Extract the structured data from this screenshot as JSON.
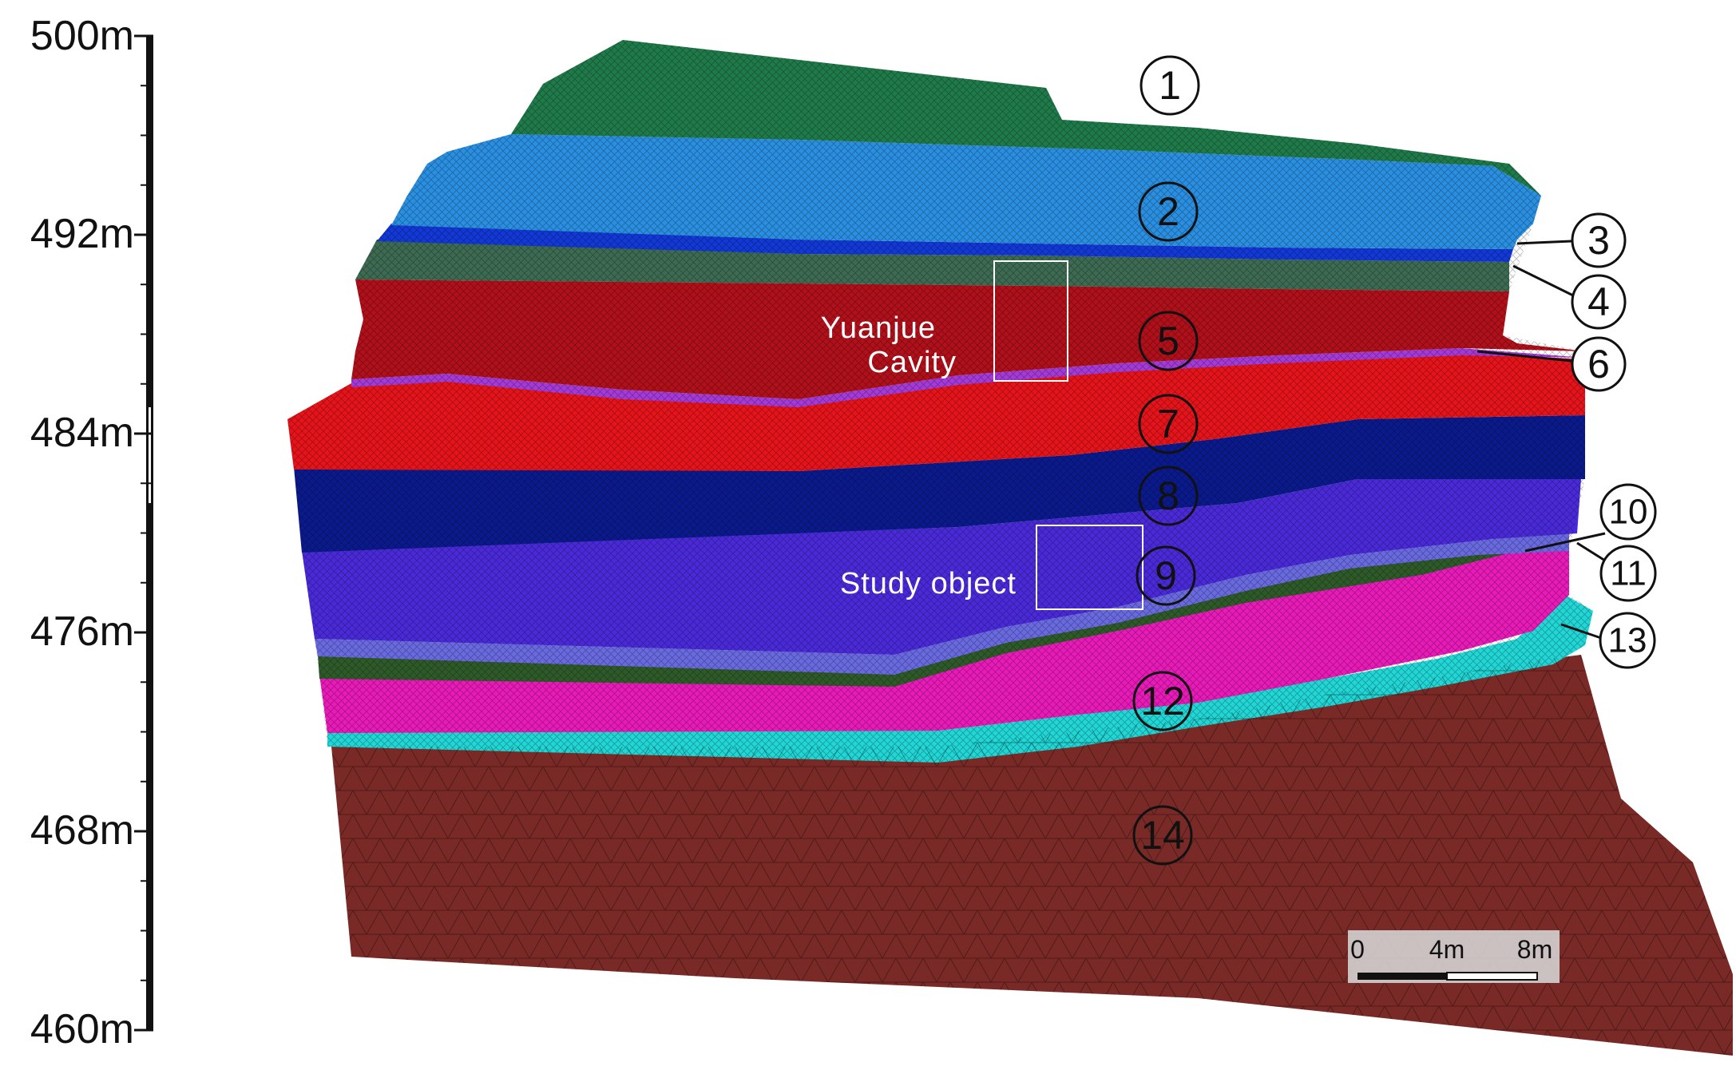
{
  "elevation_axis": {
    "unit": "m",
    "ticks": [
      {
        "value": 500,
        "label": "500m"
      },
      {
        "value": 492,
        "label": "492m"
      },
      {
        "value": 484,
        "label": "484m"
      },
      {
        "value": 476,
        "label": "476m"
      },
      {
        "value": 468,
        "label": "468m"
      },
      {
        "value": 460,
        "label": "460m"
      }
    ]
  },
  "layers": [
    {
      "number": "1",
      "color": "#1f7a4a"
    },
    {
      "number": "2",
      "color": "#2a8fe0"
    },
    {
      "number": "3",
      "color": "#1238d6"
    },
    {
      "number": "4",
      "color": "#3d6a52"
    },
    {
      "number": "5",
      "color": "#b0101a"
    },
    {
      "number": "6",
      "color": "#a43ad8"
    },
    {
      "number": "7",
      "color": "#e5141a"
    },
    {
      "number": "8",
      "color": "#0a1a8c"
    },
    {
      "number": "9",
      "color": "#4a2ad8"
    },
    {
      "number": "10",
      "color": "#6a6ae0"
    },
    {
      "number": "11",
      "color": "#2e5a2a"
    },
    {
      "number": "12",
      "color": "#e81ab8"
    },
    {
      "number": "13",
      "color": "#22d6d6"
    },
    {
      "number": "14",
      "color": "#7a2a26"
    }
  ],
  "annotations": {
    "cavity_line1": "Yuanjue",
    "cavity_line2": "Cavity",
    "study_object": "Study object"
  },
  "scale_bar": {
    "labels": [
      "0",
      "4m",
      "8m"
    ]
  }
}
